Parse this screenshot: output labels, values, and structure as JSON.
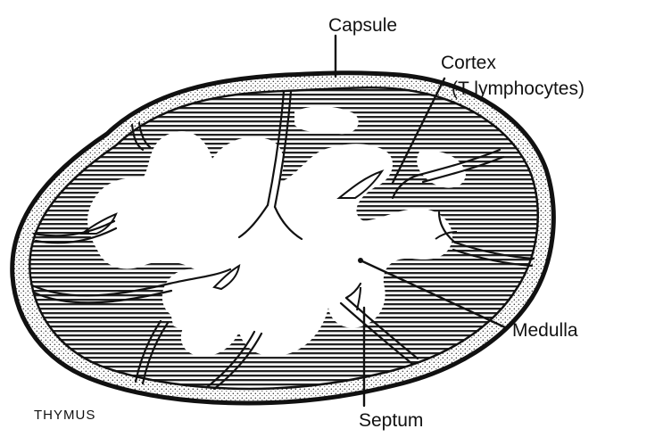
{
  "labels": {
    "capsule": "Capsule",
    "cortex_line1": "Cortex",
    "cortex_line2": "(T lymphocytes)",
    "medulla": "Medulla",
    "septum": "Septum",
    "caption": "THYMUS"
  },
  "colors": {
    "ink": "#111111",
    "background": "#ffffff"
  }
}
